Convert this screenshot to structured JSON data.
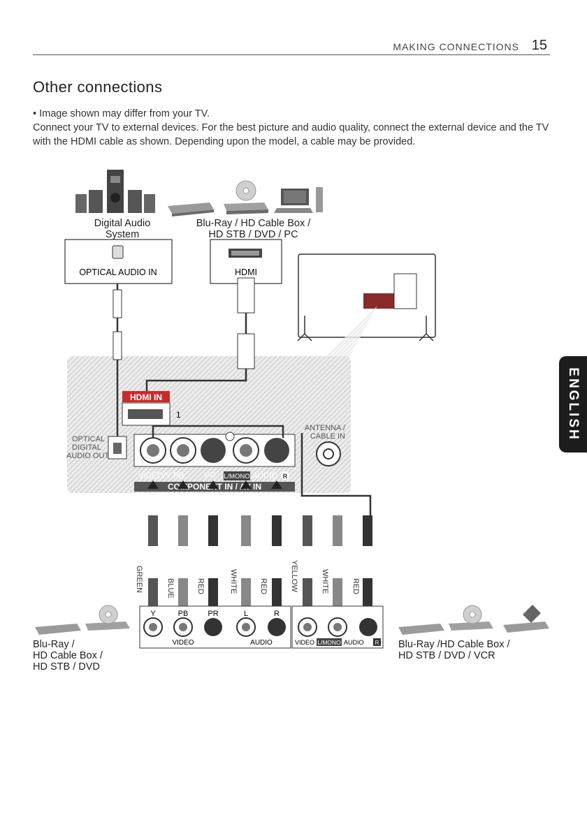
{
  "header": {
    "section": "MAKING CONNECTIONS",
    "page": "15"
  },
  "side_tab": "ENGLISH",
  "title": "Other connections",
  "bullet": "• Image shown may differ from your TV.",
  "intro": "Connect your TV to external devices. For the best picture and audio quality, connect the external device and the TV with the HDMI cable as shown. Depending upon the model, a cable may be provided.",
  "devices": {
    "audio_line1": "Digital Audio",
    "audio_line2": "System",
    "hdmi_line1": "Blu-Ray / HD Cable Box /",
    "hdmi_line2": "HD STB / DVD / PC",
    "left_line1": "Blu-Ray /",
    "left_line2": "HD Cable Box /",
    "left_line3": "HD STB / DVD",
    "right_line1": "Blu-Ray /HD Cable Box /",
    "right_line2": "HD STB / DVD / VCR"
  },
  "ports": {
    "optical_audio_in": "OPTICAL AUDIO IN",
    "hdmi": "HDMI",
    "hdmi_in": "HDMI IN",
    "hdmi_in_num": "1",
    "optical_out_1": "OPTICAL",
    "optical_out_2": "DIGITAL",
    "optical_out_3": "AUDIO OUT",
    "antenna_1": "ANTENNA /",
    "antenna_2": "CABLE IN",
    "video_y": "VIDEO/Y",
    "pb": "PB",
    "pr": "PR",
    "l_mono": "L/MONO",
    "audio": "AUDIO",
    "r": "R",
    "component_bar": "COMPONENT IN / AV IN"
  },
  "cables": {
    "green": "GREEN",
    "blue": "BLUE",
    "red": "RED",
    "white": "WHITE",
    "red2": "RED",
    "yellow": "YELLOW",
    "white2": "WHITE",
    "red3": "RED"
  },
  "device_ports": {
    "y": "Y",
    "pb": "PB",
    "pr": "PR",
    "l": "L",
    "r": "R",
    "video": "VIDEO",
    "audio": "AUDIO",
    "av_video": "VIDEO",
    "av_lmono": "L/MONO",
    "av_audio": "AUDIO",
    "av_r": "R"
  }
}
